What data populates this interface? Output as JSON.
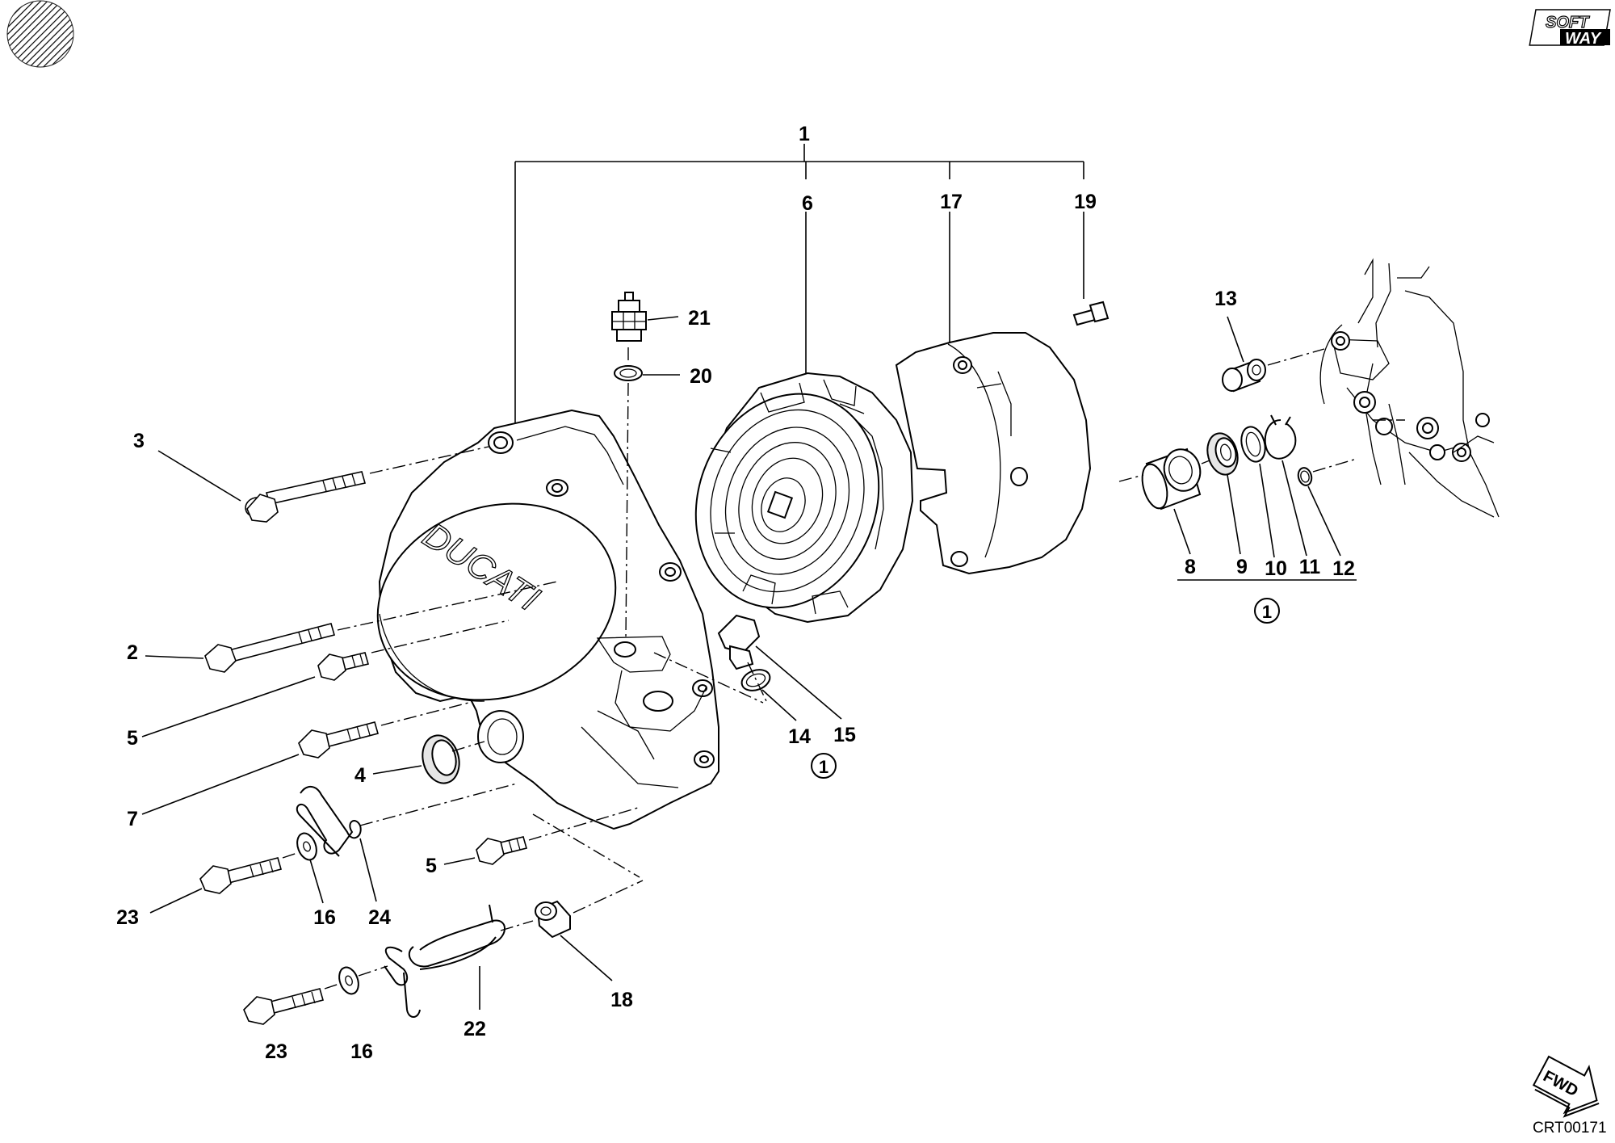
{
  "drawing": {
    "code": "CRT00171",
    "brand_logo_lines": [
      "SOFT",
      "WAY"
    ],
    "cover_lettering": "DUCATI",
    "fwd_label": "FWD",
    "kit_marker": "1"
  },
  "callouts": {
    "c1": "1",
    "c2": "2",
    "c3": "3",
    "c4": "4",
    "c5a": "5",
    "c5b": "5",
    "c6": "6",
    "c7": "7",
    "c8": "8",
    "c9": "9",
    "c10": "10",
    "c11": "11",
    "c12": "12",
    "c13": "13",
    "c14": "14",
    "c15": "15",
    "c16a": "16",
    "c16b": "16",
    "c17": "17",
    "c18": "18",
    "c19": "19",
    "c20": "20",
    "c21": "21",
    "c22": "22",
    "c23a": "23",
    "c23b": "23",
    "c24": "24"
  },
  "icons": {
    "top_left": "hatched-disc-icon",
    "top_right": "softway-logo",
    "bottom_right": "fwd-arrow-icon"
  }
}
